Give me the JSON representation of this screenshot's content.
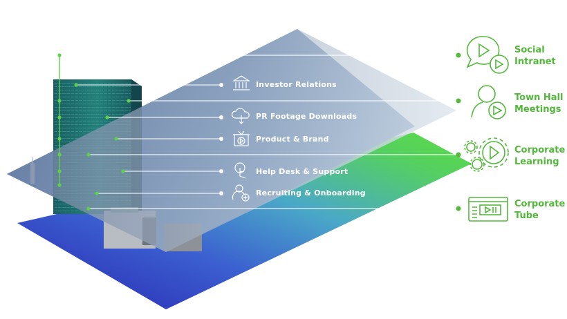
{
  "center_items": [
    {
      "label": "Investor Relations",
      "icon": "bank-icon"
    },
    {
      "label": "PR Footage Downloads",
      "icon": "cloud-download-icon"
    },
    {
      "label": "Product & Brand",
      "icon": "gift-play-icon"
    },
    {
      "label": "Help Desk & Support",
      "icon": "hand-touch-icon"
    },
    {
      "label": "Recruiting & Onboarding",
      "icon": "user-add-icon"
    }
  ],
  "right_items": [
    {
      "label": "Social\nIntranet",
      "icon": "chat-play-icon"
    },
    {
      "label": "Town Hall\nMeetings",
      "icon": "person-play-icon"
    },
    {
      "label": "Corporate\nLearning",
      "icon": "gears-play-icon"
    },
    {
      "label": "Corporate\nTube",
      "icon": "video-player-icon"
    }
  ],
  "colors": {
    "accent_green": "#52b83a",
    "plane_blue": "#2a2fb8",
    "plane_green": "#5dd14a",
    "building_teal": "#1f6d6c"
  }
}
